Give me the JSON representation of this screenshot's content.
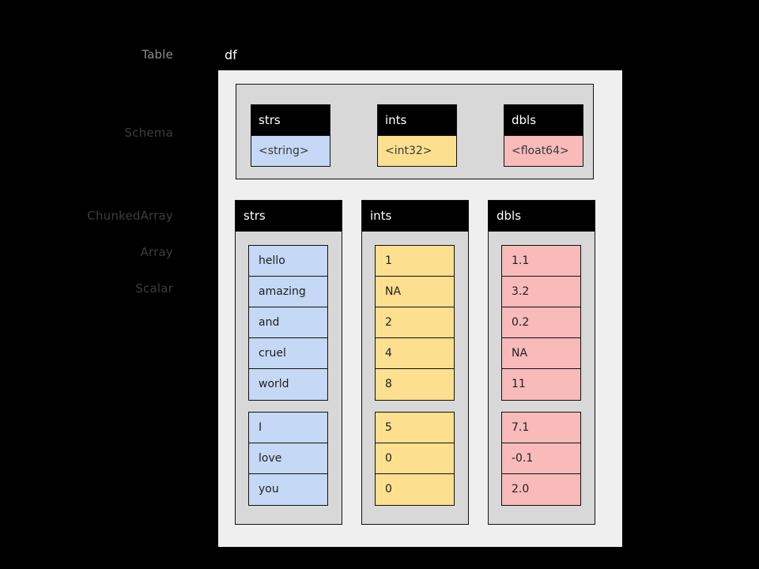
{
  "title": {
    "table_label": "Table",
    "table_name": "df"
  },
  "gutter_labels": [
    {
      "text": "Table",
      "style": "bright"
    },
    {
      "text": "Schema",
      "style": "dim"
    },
    {
      "text": "ChunkedArray",
      "style": "dim"
    },
    {
      "text": "Array",
      "style": "dim"
    },
    {
      "text": "Scalar",
      "style": "dim"
    }
  ],
  "colors": {
    "background": "#000000",
    "table_frame": "#efefef",
    "container": "#d8d8d8",
    "header_bg": "#000000",
    "header_fg": "#ffffff",
    "border": "#111111",
    "string_cell": "#c5d8f5",
    "int_cell": "#fcdf8f",
    "float_cell": "#f9baba",
    "label_dim": "#3d3d3d",
    "label_bright": "#8b8b8b"
  },
  "schema": {
    "fields": [
      {
        "name": "strs",
        "type": "<string>",
        "color": "#c5d8f5"
      },
      {
        "name": "ints",
        "type": "<int32>",
        "color": "#fcdf8f"
      },
      {
        "name": "dbls",
        "type": "<float64>",
        "color": "#f9baba"
      }
    ]
  },
  "columns": [
    {
      "name": "strs",
      "color": "#c5d8f5",
      "chunks": [
        [
          "hello",
          "amazing",
          "and",
          "cruel",
          "world"
        ],
        [
          "I",
          "love",
          "you"
        ]
      ]
    },
    {
      "name": "ints",
      "color": "#fcdf8f",
      "chunks": [
        [
          "1",
          "NA",
          "2",
          "4",
          "8"
        ],
        [
          "5",
          "0",
          "0"
        ]
      ]
    },
    {
      "name": "dbls",
      "color": "#f9baba",
      "chunks": [
        [
          "1.1",
          "3.2",
          "0.2",
          "NA",
          "11"
        ],
        [
          "7.1",
          "-0.1",
          "2.0"
        ]
      ]
    }
  ]
}
